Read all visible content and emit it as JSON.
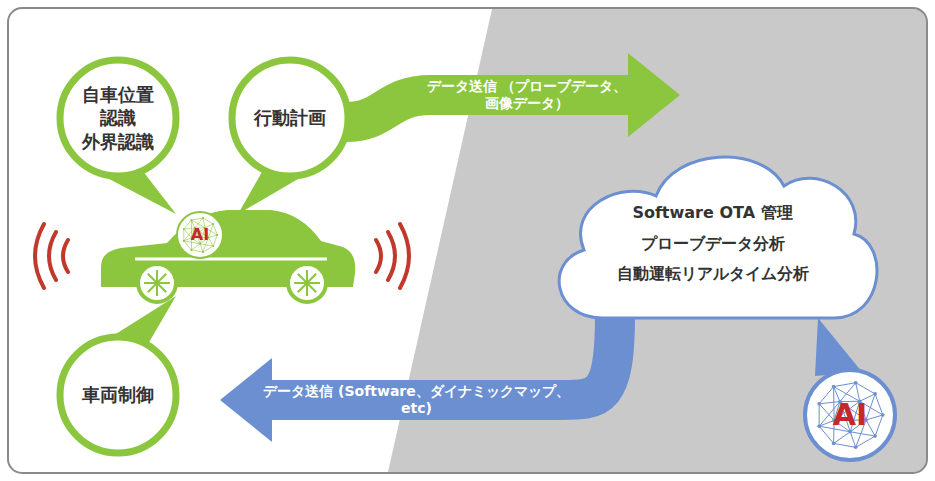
{
  "diagram": {
    "nodes": [
      {
        "text": [
          "自車位置 認識",
          "外界認識"
        ]
      },
      {
        "text": [
          "行動計画"
        ]
      },
      {
        "text": [
          "車両制御"
        ]
      },
      {
        "text": [
          "Software OTA 管理",
          "プローブデータ分析",
          "自動運転リアルタイム分析"
        ]
      },
      {
        "text": [
          "AI"
        ]
      },
      {
        "text": [
          "AI"
        ]
      }
    ],
    "edges": [
      {
        "from": 1,
        "to": 3,
        "arrow": "to",
        "label": "データ送信 （プローブデータ、画像データ）"
      },
      {
        "from": 3,
        "to": 2,
        "arrow": "to",
        "label": "データ送信 (Software、ダイナミックマップ、etc)"
      }
    ]
  }
}
